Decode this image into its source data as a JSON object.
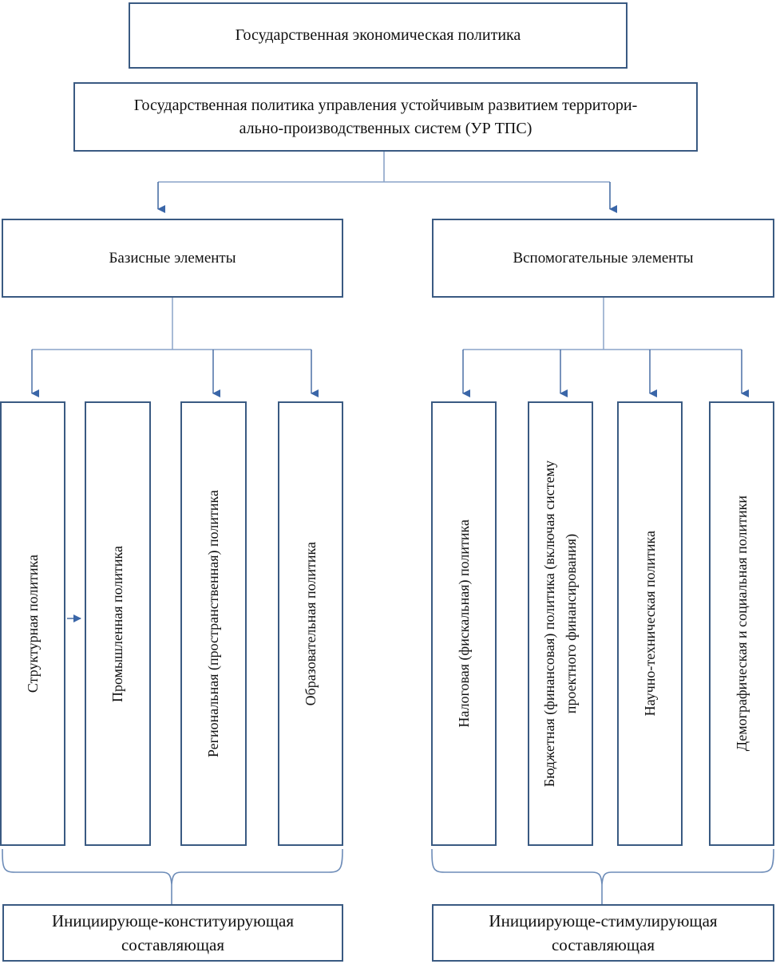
{
  "diagram": {
    "title_box": "Государственная экономическая политика",
    "policy_box": "Государственная политика управления устойчивым развитием территори-\nально-производственных систем (УР ТПС)",
    "branches": [
      {
        "label": "Базисные элементы"
      },
      {
        "label": "Вспомогательные элементы"
      }
    ],
    "basic_elements": [
      "Структурная  политика",
      "Промышленная  политика",
      "Региональная (пространственная) политика",
      "Образовательная политика"
    ],
    "auxiliary_elements": [
      "Налоговая (фискальная) политика",
      "Бюджетная (финансовая) политика (включая систему\nпроектного финансирования)",
      "Научно-техническая  политика",
      "Демографическая и социальная политики"
    ],
    "footers": [
      "Инициирующе-конституирующая\nсоставляющая",
      "Инициирующе-стимулирующая\nсоставляющая"
    ],
    "colors": {
      "border": "#3a5a82",
      "connector": "#4a6fa5",
      "connector_light": "#8aa4c8",
      "arrow": "#3a66a8",
      "background": "#ffffff",
      "text": "#111111"
    }
  }
}
